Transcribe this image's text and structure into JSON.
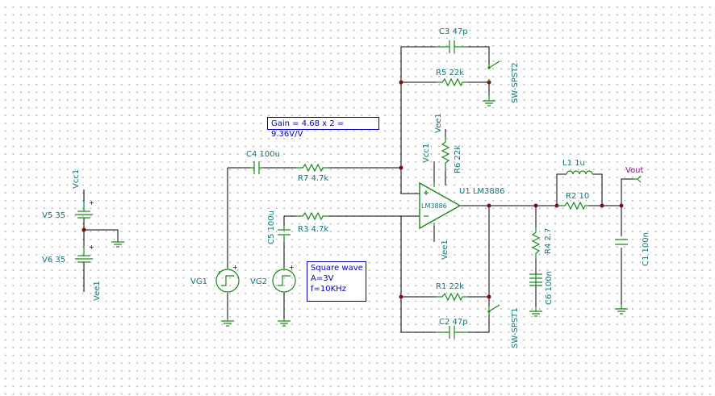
{
  "schematic": {
    "notes": {
      "gain": "Gain = 4.68 x 2 = 9.36V/V",
      "square": [
        "Square wave",
        "A=3V",
        "f=10KHz"
      ]
    },
    "labels": {
      "c3": "C3 47p",
      "r5": "R5 22k",
      "sw2": "SW-SPST2",
      "vee1_top": "Vee1",
      "vcc1_top": "Vcc1",
      "r6": "R6 22k",
      "c4": "C4 100u",
      "r7": "R7 4.7k",
      "u1": "U1 LM3886",
      "opamp_body": "LM3886",
      "l1": "L1 1u",
      "vout": "Vout",
      "r2": "R2 10",
      "vcc1_left": "Vcc1",
      "v5": "V5 35",
      "c5": "C5 100u",
      "r3": "R3 4.7k",
      "v6": "V6 35",
      "vee1_left": "Vee1",
      "vee1_bottom": "Vee1",
      "r4": "R4 2.7",
      "c1": "C1 100n",
      "vg1": "VG1",
      "vg2": "VG2",
      "c6": "C6 100n",
      "r1": "R1 22k",
      "sw1": "SW-SPST1",
      "c2": "C2 47p"
    }
  }
}
